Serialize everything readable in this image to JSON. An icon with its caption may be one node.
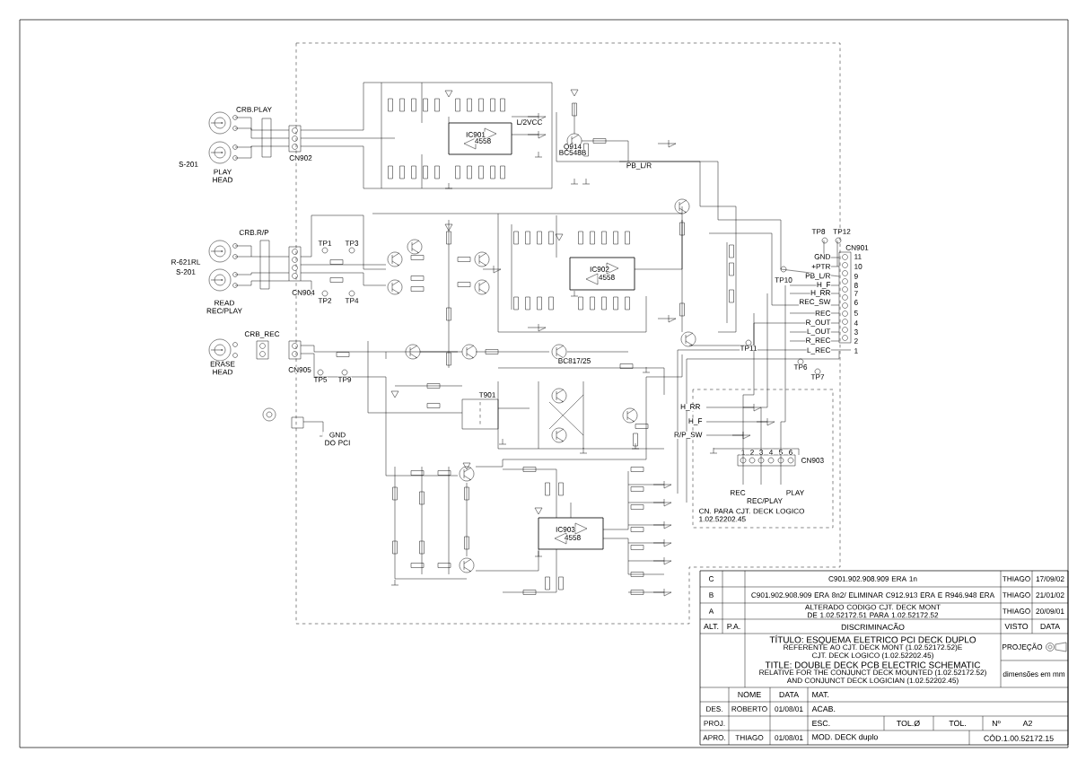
{
  "diagram": {
    "labels": [
      "C",
      "C901.902.908.909 ERA 1n",
      "THIAGO",
      "17/09/02",
      "B",
      "C901.902.908.909 ERA 8n2/ ELIMINAR C912.913 ERA E R946.948 ERA",
      "THIAGO",
      "21/01/02",
      "A",
      "ALTERADO CODIGO CJT. DECK MONT DE 1.02.52172.51 PARA 1.02.52172.52",
      "THIAGO",
      "20/09/01",
      "ALT.",
      "P.A.",
      "DISCRIMINACÃO",
      "VISTO",
      "DATA",
      "TÍTULO: ESQUEMA ELETRICO PCI DECK DUPLO",
      "REFERENTE AO CJT. DECK MONT (1.02.52172.52)E",
      "CJT. DECK LOGICO (1.02.52202.45)",
      "TITLE: DOUBLE DECK PCB ELECTRIC SCHEMATIC",
      "RELATIVE FOR THE CONJUNCT DECK MOUNTED (1.02.52172.52)",
      "AND CONJUNCT DECK LOGICIAN (1.02.52202.45)",
      "PROJEÇÃO",
      "dimensões em mm",
      "NOME",
      "DATA",
      "MAT.",
      "DES.",
      "ROBERTO",
      "01/08/01",
      "ACAB.",
      "PROJ.",
      "ESC.",
      "TOL.Ø",
      "TOL.",
      "Nº",
      "A2",
      "APRO.",
      "THIAGO",
      "01/08/01",
      "MOD. DECK duplo",
      "CÓD.1.00.52172.15",
      "CRB.PLAY",
      "S-201",
      "PLAY HEAD",
      "CN902",
      "IC901",
      "4558",
      "L/2VCC",
      "Q914",
      "BC548B",
      "PB_L/R",
      "CRB.R/P",
      "TP1",
      "TP3",
      "R-621RL",
      "S-201",
      "TP2",
      "TP4",
      "CN904",
      "READ REC/PLAY",
      "IC902",
      "4558",
      "CRB_REC",
      "ERASE HEAD",
      "CN905",
      "TP5",
      "TP9",
      "BC817/25",
      "T901",
      "GND DO PCI",
      "IC903",
      "4558",
      "TP8",
      "TP12",
      "CN901",
      "GND",
      "11",
      "+PTR",
      "10",
      "PB_L/R",
      "9",
      "H_F",
      "8",
      "H_RR",
      "7",
      "REC_SW",
      "6",
      "REC",
      "5",
      "R_OUT",
      "4",
      "L_OUT",
      "3",
      "R_REC",
      "2",
      "L_REC",
      "1",
      "TP10",
      "TP11",
      "TP6",
      "TP7",
      "H_RR",
      "H_F",
      "R/P_SW",
      "1",
      "2",
      "3",
      "4",
      "5",
      "6",
      "CN903",
      "REC",
      "REC/PLAY",
      "PLAY",
      "CN. PARA CJT. DECK LOGICO 1.02.52202.45"
    ]
  }
}
